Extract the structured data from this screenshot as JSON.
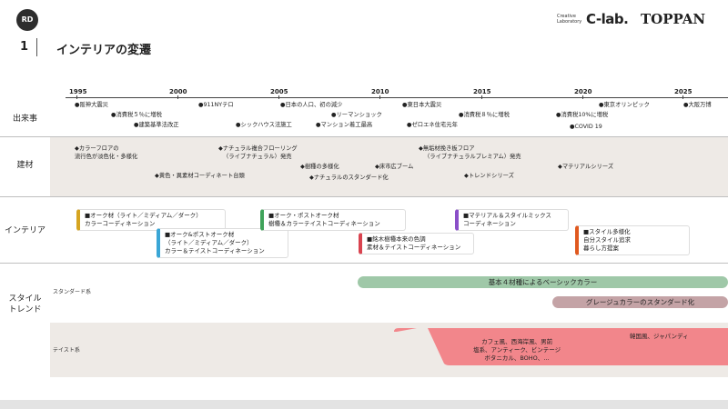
{
  "brand": {
    "logo": "RD",
    "creative_line1": "Creative",
    "creative_line2": "Laboratory",
    "clab": "C-lab.",
    "toppan": "TOPPAN"
  },
  "page": {
    "number": "1",
    "title": "インテリアの変遷"
  },
  "timeline": {
    "years": [
      "1995",
      "2000",
      "2005",
      "2010",
      "2015",
      "2020",
      "2025"
    ]
  },
  "rows": {
    "events": "出来事",
    "materials": "建材",
    "interior": "インテリア",
    "style_line1": "スタイル",
    "style_line2": "トレンド",
    "standard": "スタンダード系",
    "taste": "テイスト系"
  },
  "events": [
    "●阪神大震災",
    "●消費税５％に増税",
    "●建築基準法改正",
    "●911NYテロ",
    "●シックハウス法施工",
    "●日本の人口、初の減少",
    "●マンション着工最高",
    "●リーマンショック",
    "●東日本大震災",
    "●ゼロエネ住宅元年",
    "●消費税８％に増税",
    "●消費税10%に増税",
    "●COVID 19",
    "●東京オリンピック",
    "●大阪万博"
  ],
  "materials": [
    "◆カラーフロアの",
    "流行色が淡色化・多様化",
    "◆黄色・異素材コーディネート台頭",
    "◆ナチュラル複合フローリング",
    "（ライブナチュラル）発売",
    "◆樹種の多様化",
    "◆ナチュラルのスタンダード化",
    "◆床市広ブーム",
    "◆無垢材挽き板フロア",
    "（ライブナチュラルプレミアム）発売",
    "◆トレンドシリーズ",
    "◆マテリアルシリーズ"
  ],
  "interior": [
    {
      "l1": "■オーク材（ライト／ミディアム／ダーク）",
      "l2": "カラーコーディネーション",
      "color": "#d6a521"
    },
    {
      "l1": "■オーク&ポストオーク材",
      "l2": "（ライト／ミディアム／ダーク）",
      "l3": "カラー＆テイストコーディネーション",
      "color": "#3aa6d6"
    },
    {
      "l1": "■オーク・ポストオーク材",
      "l2": "樹種＆カラーテイストコーディネーション",
      "color": "#3fa35a"
    },
    {
      "l1": "■銘木樹種本来の色調",
      "l2": "素材＆テイストコーディネーション",
      "color": "#d9434f"
    },
    {
      "l1": "■マテリアル＆スタイルミックス",
      "l2": "コーディネーション",
      "color": "#8a4fc8"
    },
    {
      "l1": "■スタイル多様化",
      "l2": "自分スタイル追求",
      "l3": "暮らし方提案",
      "color": "#e0591f"
    }
  ],
  "standard": [
    {
      "label": "基本４材種によるベーシックカラー",
      "color": "#9fc8a8"
    },
    {
      "label": "グレージュカラーのスタンダード化",
      "color": "#c4a3a6"
    }
  ],
  "taste": {
    "left_l1": "カフェ風、西海岸風、男前",
    "left_l2": "塩系、アンティーク、ビンテージ",
    "left_l3": "ボタニカル、BOHO、…",
    "right": "韓国風、ジャパンディ",
    "color": "#f2868b"
  }
}
